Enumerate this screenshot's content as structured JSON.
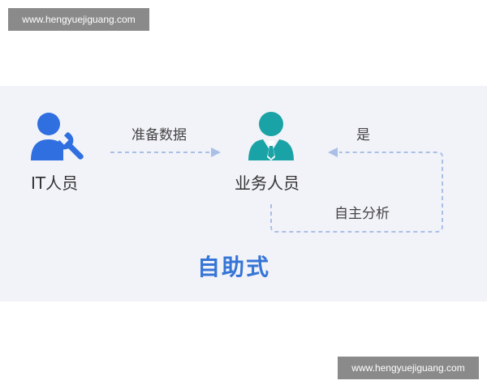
{
  "watermarks": {
    "top": "www.hengyuejiguang.com",
    "bottom": "www.hengyuejiguang.com"
  },
  "diagram": {
    "nodes": {
      "it_staff": {
        "label": "IT人员",
        "icon": "it-person-wrench-icon",
        "color": "#2f6fe0"
      },
      "business_staff": {
        "label": "业务人员",
        "icon": "business-person-icon",
        "color": "#1aa3a6"
      }
    },
    "edges": {
      "prepare_data": {
        "label": "准备数据",
        "from": "it_staff",
        "to": "business_staff"
      },
      "yes_loop": {
        "label": "是",
        "to": "business_staff"
      },
      "self_analysis": {
        "label": "自主分析",
        "from": "business_staff"
      }
    },
    "mode_title": "自助式",
    "colors": {
      "panel_background": "#f2f3f9",
      "connector": "#a9bfe6",
      "title": "#3575d6"
    }
  }
}
